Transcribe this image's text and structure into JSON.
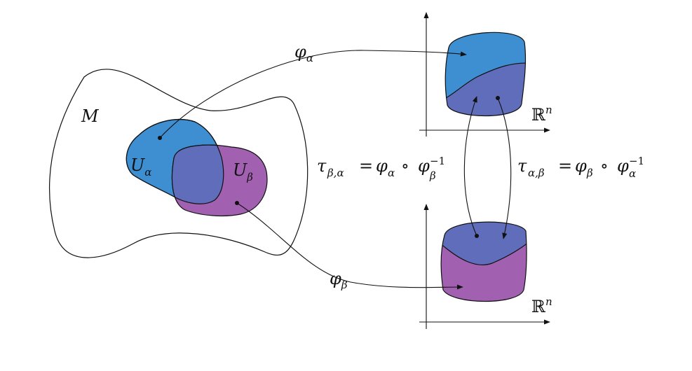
{
  "manifold": {
    "label": "M"
  },
  "patches": {
    "alpha": {
      "letter": "U",
      "sub": "α"
    },
    "beta": {
      "letter": "U",
      "sub": "β"
    }
  },
  "maps": {
    "phi_alpha": {
      "symbol": "φ",
      "sub": "α"
    },
    "phi_beta": {
      "symbol": "φ",
      "sub": "β"
    }
  },
  "transitions": {
    "beta_alpha": {
      "tau": "τ",
      "sub": "β,α",
      "eq": "=",
      "phi1": "φ",
      "phi1_sub": "α",
      "comp": "∘",
      "phi2": "φ",
      "phi2_sub": "β",
      "phi2_sup": "−1"
    },
    "alpha_beta": {
      "tau": "τ",
      "sub": "α,β",
      "eq": "=",
      "phi1": "φ",
      "phi1_sub": "β",
      "comp": "∘",
      "phi2": "φ",
      "phi2_sub": "α",
      "phi2_sup": "−1"
    }
  },
  "euclidean": {
    "top": "ℝ",
    "top_sup": "n",
    "bottom": "ℝ",
    "bottom_sup": "n"
  },
  "colors": {
    "blue": "#3d8fd1",
    "purple": "#a161b0",
    "overlap": "#5f6dbb",
    "stroke": "#111111"
  }
}
